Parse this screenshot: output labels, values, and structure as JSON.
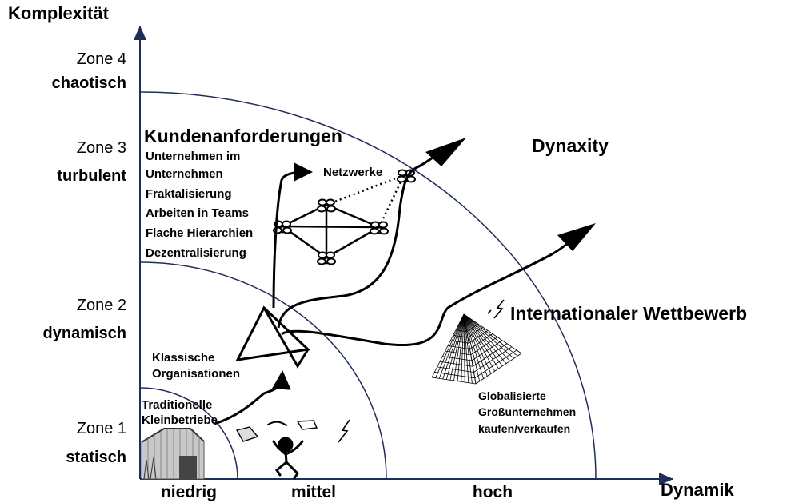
{
  "y_axis_title": "Komplexität",
  "x_axis_title": "Dynamik",
  "zones": [
    {
      "name": "Zone 4",
      "state": "chaotisch"
    },
    {
      "name": "Zone 3",
      "state": "turbulent"
    },
    {
      "name": "Zone 2",
      "state": "dynamisch"
    },
    {
      "name": "Zone 1",
      "state": "statisch"
    }
  ],
  "x_ticks": [
    "niedrig",
    "mittel",
    "hoch"
  ],
  "kunden": {
    "title": "Kundenanforderungen",
    "items": [
      "Unternehmen im",
      "Unternehmen",
      "Fraktalisierung",
      "Arbeiten in Teams",
      "Flache Hierarchien",
      "Dezentralisierung"
    ]
  },
  "netzwerke": "Netzwerke",
  "dynaxity": "Dynaxity",
  "international": "Internationaler Wettbewerb",
  "klassische": [
    "Klassische",
    "Organisationen"
  ],
  "traditionelle": [
    "Traditionelle",
    "Kleinbetriebe"
  ],
  "global": [
    "Globalisierte",
    "Großunternehmen",
    "kaufen/verkaufen"
  ]
}
